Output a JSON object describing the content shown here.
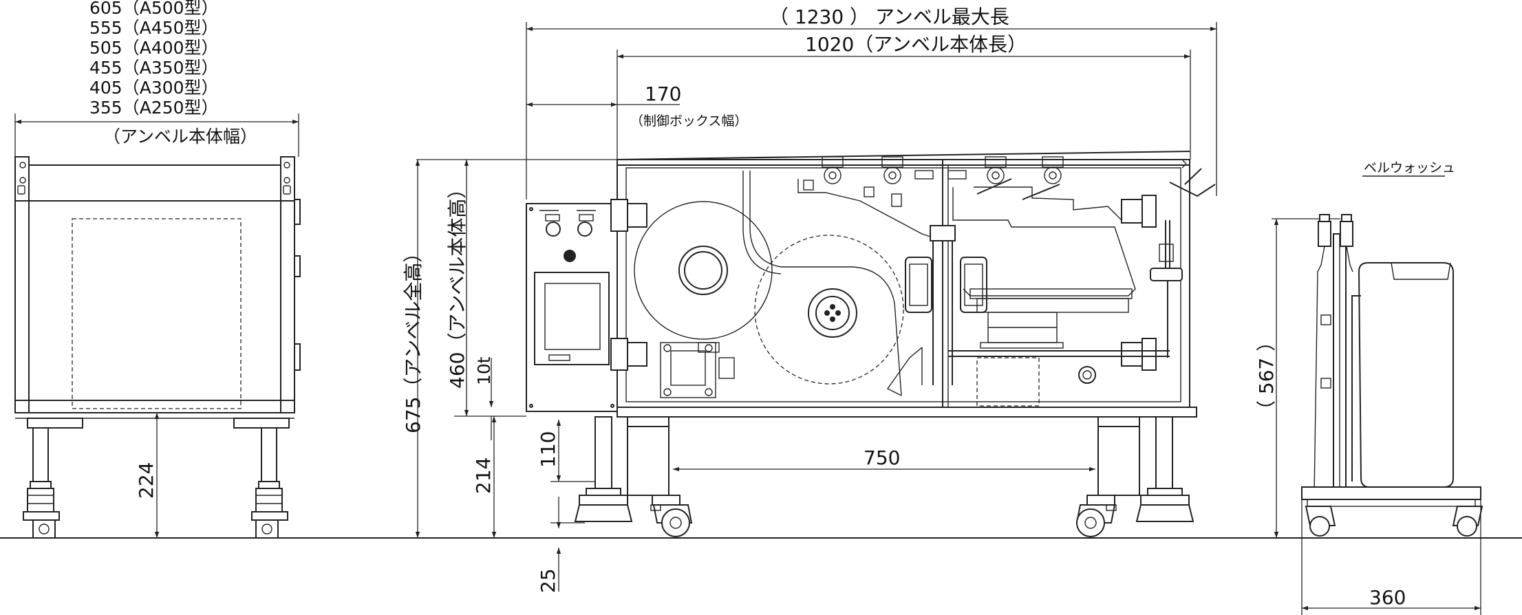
{
  "colors": {
    "line": "#222222",
    "background": "#ffffff"
  },
  "width_table": [
    "605（A500型）",
    "555（A450型）",
    "505（A400型）",
    "455（A350型）",
    "405（A300型）",
    "355（A250型）"
  ],
  "labels": {
    "body_width": "（アンベル本体幅）",
    "max_length": "（ 1230 ） アンベル最大長",
    "body_length": "1020（アンベル本体長）",
    "ctrl_box_dim": "170",
    "ctrl_box_width": "（制御ボックス幅）",
    "total_height": "675（アンベル全高）",
    "body_height": "460（アンベル本体高）",
    "thickness": "10t",
    "leg_height_side": "224",
    "leg_height_front": "214",
    "jack_110": "110",
    "caster_pitch": "750",
    "floor_gap": "25",
    "washer_title": "ベルウォッシュ",
    "washer_height": "（ 567 ）",
    "washer_width": "360"
  }
}
